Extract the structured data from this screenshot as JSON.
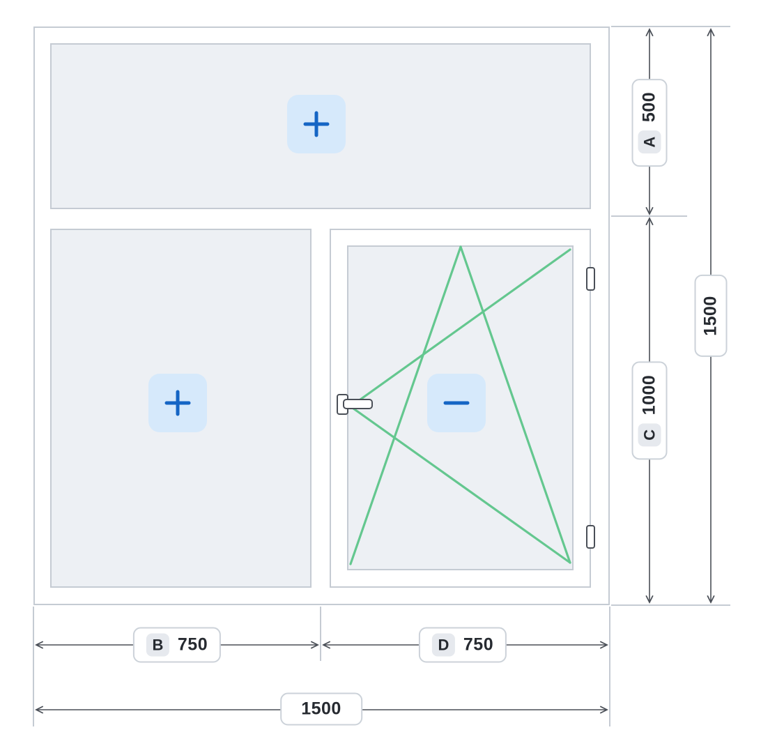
{
  "window": {
    "panes": [
      {
        "position": "top",
        "fill": "fixed",
        "button": {
          "icon": "plus-icon",
          "action": "add"
        }
      },
      {
        "position": "bottom-left",
        "fill": "fixed",
        "button": {
          "icon": "plus-icon",
          "action": "add"
        }
      },
      {
        "position": "bottom-right",
        "fill": "sash",
        "opening": "tilt-and-turn",
        "button": {
          "icon": "minus-icon",
          "action": "remove"
        },
        "hardware": {
          "handle_side": "left",
          "hinges_side": "right"
        }
      }
    ]
  },
  "dimensions": {
    "a": {
      "badge": "A",
      "value": "500"
    },
    "c": {
      "badge": "C",
      "value": "1000"
    },
    "b": {
      "badge": "B",
      "value": "750"
    },
    "d": {
      "badge": "D",
      "value": "750"
    },
    "total_height": {
      "value": "1500"
    },
    "total_width": {
      "value": "1500"
    }
  },
  "colors": {
    "accent_blue": "#1565c4",
    "button_bg": "#d6e9fb",
    "opening_green": "#64c78f",
    "frame_border": "#c5cbd3",
    "pane_fill": "#edf0f4",
    "dimension_line": "#4a4f57",
    "label_border": "#ccd2d9"
  }
}
